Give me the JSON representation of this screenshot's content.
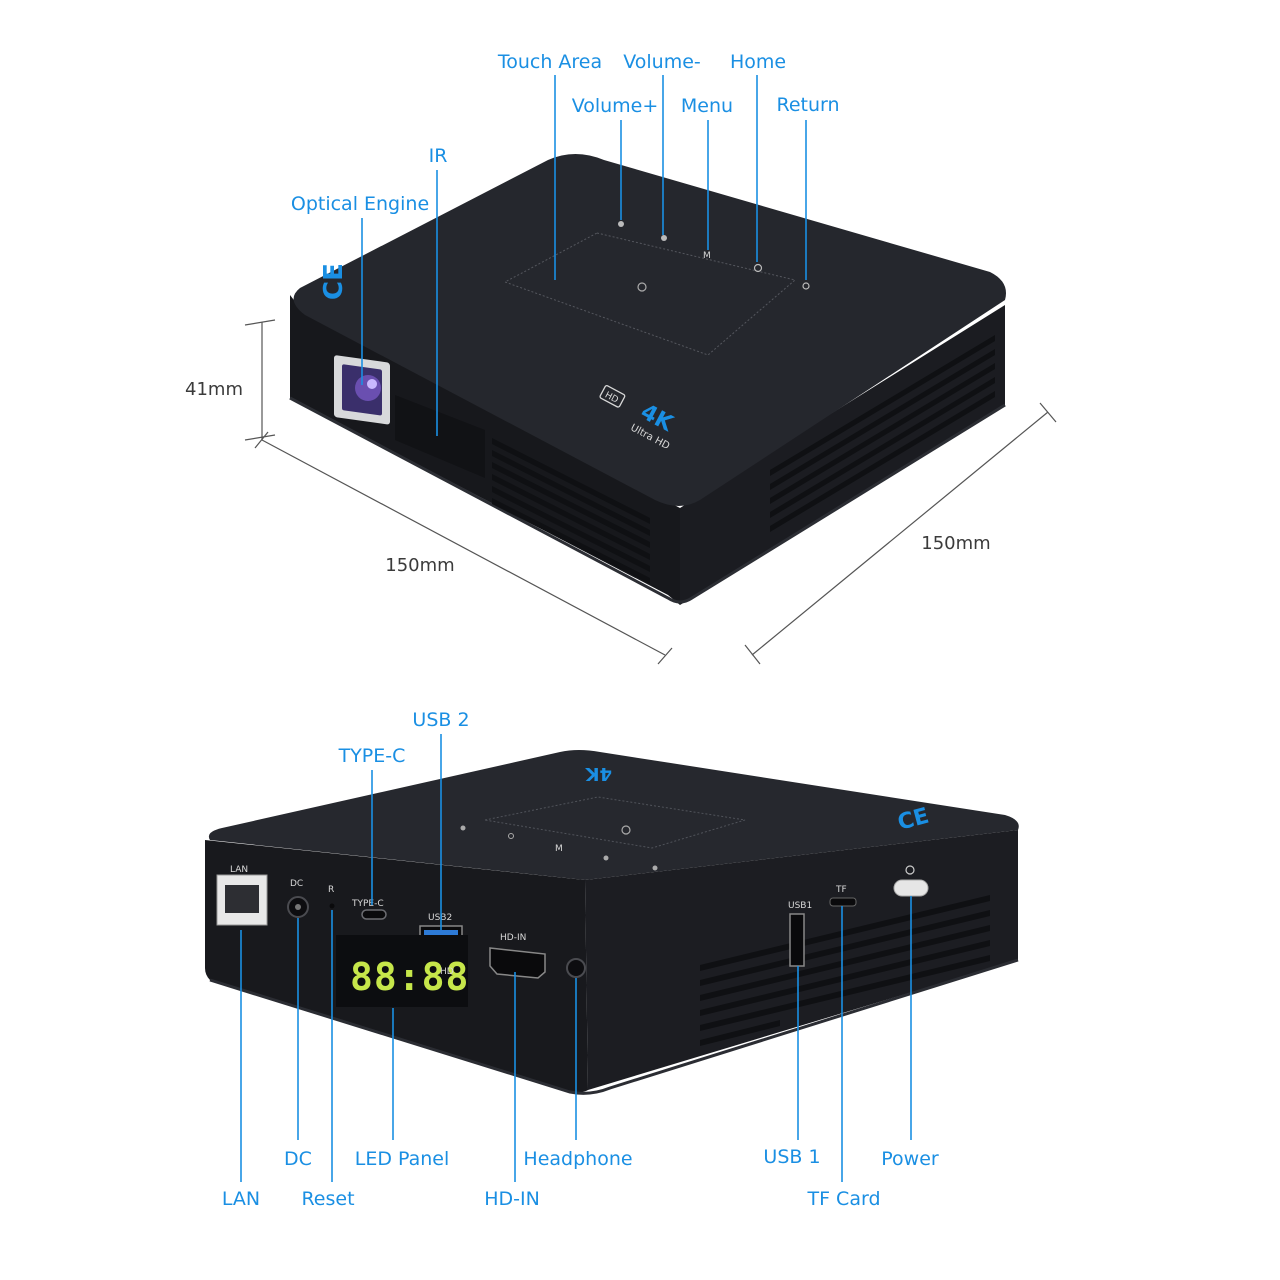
{
  "top_view": {
    "labels": {
      "touch_area": "Touch Area",
      "volume_minus": "Volume-",
      "home": "Home",
      "volume_plus": "Volume+",
      "menu": "Menu",
      "return": "Return",
      "ir": "IR",
      "optical_engine": "Optical Engine"
    },
    "dimensions": {
      "height": "41mm",
      "width": "150mm",
      "depth": "150mm"
    },
    "device_markings": {
      "badge": "HD",
      "resolution": "4K",
      "subtitle": "Ultra HD",
      "touch_menu_glyph": "M"
    }
  },
  "back_view": {
    "labels": {
      "usb2": "USB 2",
      "type_c": "TYPE-C",
      "lan": "LAN",
      "dc": "DC",
      "reset": "Reset",
      "led_panel": "LED Panel",
      "hd_in": "HD-IN",
      "headphone": "Headphone",
      "usb1": "USB 1",
      "tf_card": "TF Card",
      "power": "Power"
    },
    "port_markings": {
      "lan": "LAN",
      "dc": "DC",
      "reset": "R",
      "type_c": "TYPE-C",
      "usb2": "USB2",
      "hd_in": "HD-IN",
      "usb1": "USB1",
      "tf": "TF",
      "led_readout": "88:88",
      "led_hd": "HD"
    }
  },
  "colors": {
    "label_blue": "#1a8fe3",
    "device_body": "#1d1f24",
    "device_top": "#24262c",
    "led_green": "#c6e64a"
  }
}
